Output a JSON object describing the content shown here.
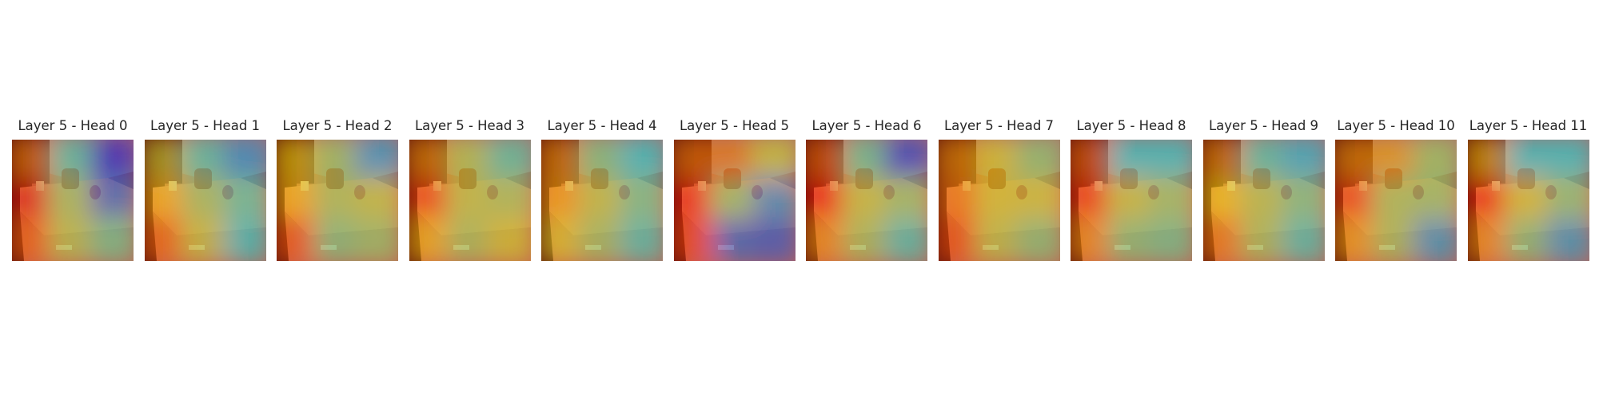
{
  "panels": [
    {
      "title": "Layer 5 - Head 0",
      "heat": [
        [
          0.28,
          0.58,
          0.85
        ],
        [
          0.1,
          0.49,
          0.75
        ],
        [
          0.24,
          0.46,
          0.55
        ]
      ]
    },
    {
      "title": "Layer 5 - Head 1",
      "heat": [
        [
          0.42,
          0.58,
          0.7
        ],
        [
          0.35,
          0.49,
          0.58
        ],
        [
          0.25,
          0.44,
          0.62
        ]
      ]
    },
    {
      "title": "Layer 5 - Head 2",
      "heat": [
        [
          0.38,
          0.48,
          0.68
        ],
        [
          0.35,
          0.48,
          0.45
        ],
        [
          0.23,
          0.53,
          0.5
        ]
      ]
    },
    {
      "title": "Layer 5 - Head 3",
      "heat": [
        [
          0.3,
          0.45,
          0.57
        ],
        [
          0.2,
          0.45,
          0.48
        ],
        [
          0.35,
          0.48,
          0.42
        ]
      ]
    },
    {
      "title": "Layer 5 - Head 4",
      "heat": [
        [
          0.3,
          0.52,
          0.62
        ],
        [
          0.32,
          0.45,
          0.55
        ],
        [
          0.4,
          0.49,
          0.6
        ]
      ]
    },
    {
      "title": "Layer 5 - Head 5",
      "heat": [
        [
          0.27,
          0.27,
          0.42
        ],
        [
          0.15,
          0.5,
          0.7
        ],
        [
          0.2,
          0.75,
          0.77
        ]
      ]
    },
    {
      "title": "Layer 5 - Head 6",
      "heat": [
        [
          0.25,
          0.55,
          0.8
        ],
        [
          0.13,
          0.44,
          0.5
        ],
        [
          0.3,
          0.48,
          0.6
        ]
      ]
    },
    {
      "title": "Layer 5 - Head 7",
      "heat": [
        [
          0.3,
          0.4,
          0.5
        ],
        [
          0.27,
          0.42,
          0.43
        ],
        [
          0.22,
          0.45,
          0.52
        ]
      ]
    },
    {
      "title": "Layer 5 - Head 8",
      "heat": [
        [
          0.25,
          0.62,
          0.62
        ],
        [
          0.18,
          0.44,
          0.5
        ],
        [
          0.3,
          0.52,
          0.55
        ]
      ]
    },
    {
      "title": "Layer 5 - Head 9",
      "heat": [
        [
          0.3,
          0.58,
          0.65
        ],
        [
          0.38,
          0.46,
          0.54
        ],
        [
          0.28,
          0.48,
          0.6
        ]
      ]
    },
    {
      "title": "Layer 5 - Head 10",
      "heat": [
        [
          0.3,
          0.32,
          0.48
        ],
        [
          0.2,
          0.48,
          0.5
        ],
        [
          0.32,
          0.48,
          0.68
        ]
      ]
    },
    {
      "title": "Layer 5 - Head 11",
      "heat": [
        [
          0.35,
          0.62,
          0.62
        ],
        [
          0.15,
          0.42,
          0.52
        ],
        [
          0.3,
          0.52,
          0.68
        ]
      ]
    }
  ]
}
